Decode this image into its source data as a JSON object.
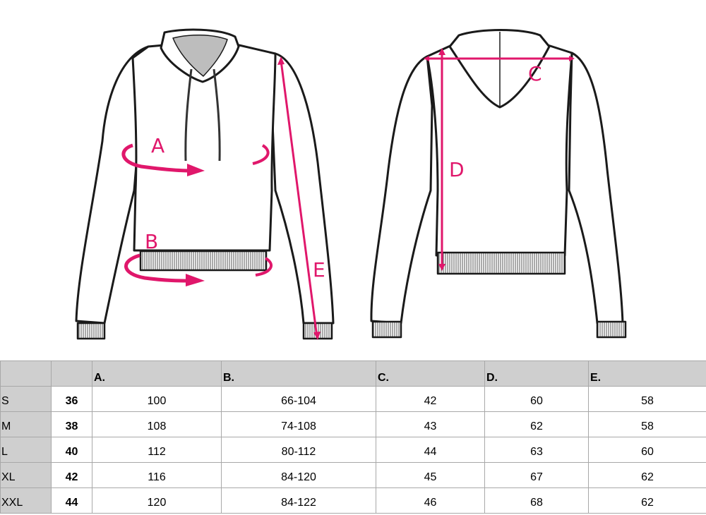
{
  "figure": {
    "front_view": {
      "labels": {
        "A": "A",
        "B": "B",
        "E": "E"
      }
    },
    "back_view": {
      "labels": {
        "C": "C",
        "D": "D"
      }
    },
    "accent_color": "#e0176b",
    "outline_color": "#1a1a1a",
    "hood_lining_color": "#bdbdbd"
  },
  "table": {
    "headers": [
      "",
      "",
      "A.",
      "B.",
      "C.",
      "D.",
      "E."
    ],
    "rows": [
      {
        "size": "S",
        "eu": "36",
        "A": "100",
        "B": "66-104",
        "C": "42",
        "D": "60",
        "E": "58"
      },
      {
        "size": "M",
        "eu": "38",
        "A": "108",
        "B": "74-108",
        "C": "43",
        "D": "62",
        "E": "58"
      },
      {
        "size": "L",
        "eu": "40",
        "A": "112",
        "B": "80-112",
        "C": "44",
        "D": "63",
        "E": "60"
      },
      {
        "size": "XL",
        "eu": "42",
        "A": "116",
        "B": "84-120",
        "C": "45",
        "D": "67",
        "E": "62"
      },
      {
        "size": "XXL",
        "eu": "44",
        "A": "120",
        "B": "84-122",
        "C": "46",
        "D": "68",
        "E": "62"
      }
    ],
    "header_bg": "#cfcfcf",
    "border_color": "#a8a8a8"
  }
}
